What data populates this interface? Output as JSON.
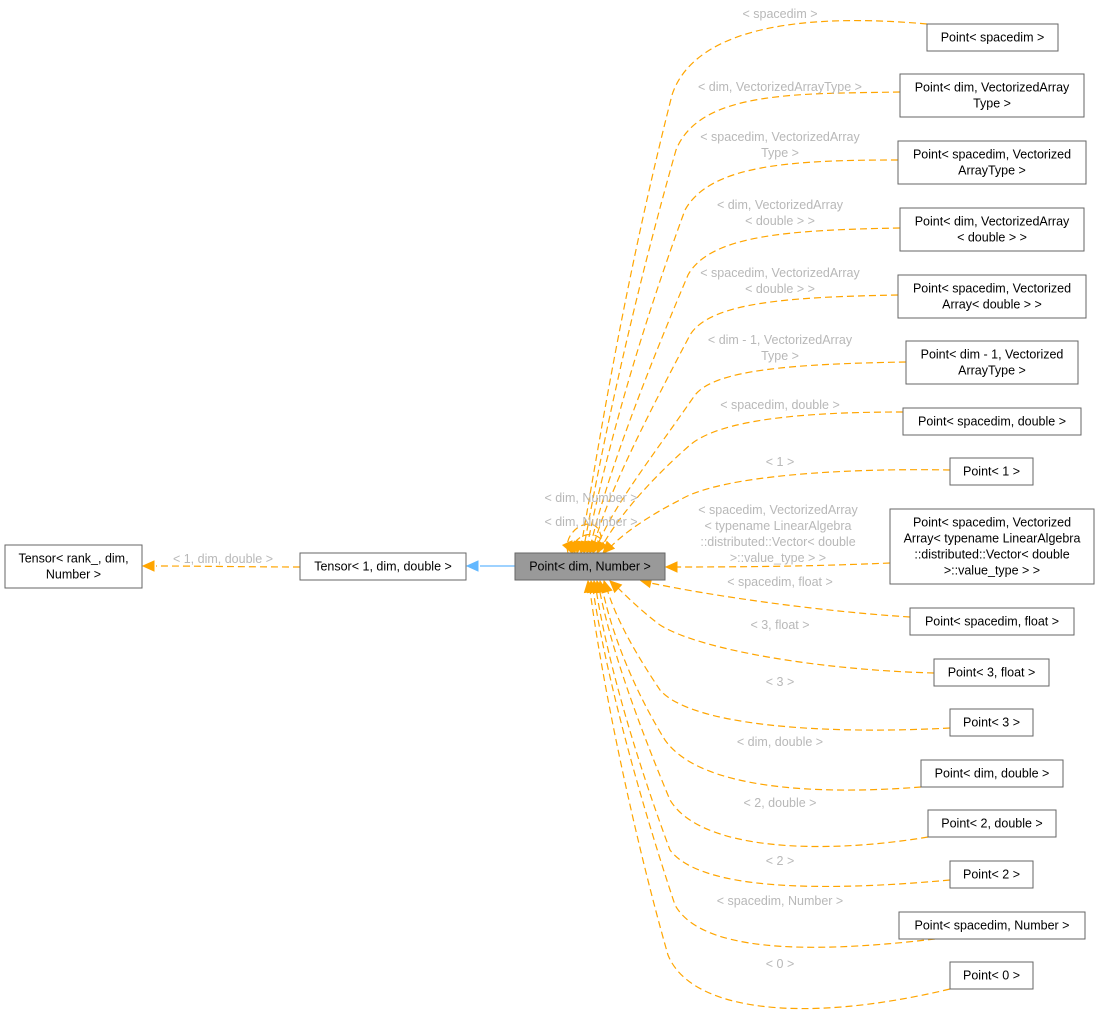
{
  "diagram": {
    "nodes": {
      "tensor_rank": [
        "Tensor< rank_, dim,",
        "Number >"
      ],
      "tensor_1": [
        "Tensor< 1, dim, double >"
      ],
      "point_dim_number": [
        "Point< dim, Number >"
      ],
      "point_spacedim": [
        "Point< spacedim >"
      ],
      "point_dim_vat": [
        "Point< dim, VectorizedArray",
        "Type >"
      ],
      "point_spacedim_vat": [
        "Point< spacedim, Vectorized",
        "ArrayType >"
      ],
      "point_dim_va_double": [
        "Point< dim, VectorizedArray",
        "< double > >"
      ],
      "point_spacedim_va_double": [
        "Point< spacedim, Vectorized",
        "Array< double > >"
      ],
      "point_dim1_vat": [
        "Point< dim - 1, Vectorized",
        "ArrayType >"
      ],
      "point_spacedim_double": [
        "Point< spacedim, double >"
      ],
      "point_1": [
        "Point< 1 >"
      ],
      "point_spacedim_va_la": [
        "Point< spacedim, Vectorized",
        "Array< typename LinearAlgebra",
        "::distributed::Vector< double",
        ">::value_type > >"
      ],
      "point_spacedim_float": [
        "Point< spacedim, float >"
      ],
      "point_3_float": [
        "Point< 3, float >"
      ],
      "point_3": [
        "Point< 3 >"
      ],
      "point_dim_double": [
        "Point< dim, double >"
      ],
      "point_2_double": [
        "Point< 2, double >"
      ],
      "point_2": [
        "Point< 2 >"
      ],
      "point_spacedim_number": [
        "Point< spacedim, Number >"
      ],
      "point_0": [
        "Point< 0 >"
      ]
    },
    "edge_labels": {
      "tensor_rank": [
        "< 1, dim, double >"
      ],
      "point_spacedim": [
        "< spacedim >"
      ],
      "point_dim_vat": [
        "< dim, VectorizedArrayType >"
      ],
      "point_spacedim_vat": [
        "< spacedim, VectorizedArray",
        "Type >"
      ],
      "point_dim_va_double": [
        "< dim, VectorizedArray",
        "< double > >"
      ],
      "point_spacedim_va_double": [
        "< spacedim, VectorizedArray",
        "< double > >"
      ],
      "point_dim1_vat": [
        "< dim - 1, VectorizedArray",
        "Type >"
      ],
      "point_spacedim_double": [
        "< spacedim, double >"
      ],
      "point_1": [
        "< 1 >"
      ],
      "self_loop_top": [
        "< dim, Number >"
      ],
      "self_loop_bottom": [
        "< dim, Number >"
      ],
      "point_spacedim_va_la": [
        "< spacedim, VectorizedArray",
        "< typename LinearAlgebra",
        "::distributed::Vector< double",
        ">::value_type > >"
      ],
      "point_spacedim_float": [
        "< spacedim, float >"
      ],
      "point_3_float": [
        "< 3, float >"
      ],
      "point_3": [
        "< 3 >"
      ],
      "point_dim_double": [
        "< dim, double >"
      ],
      "point_2_double": [
        "< 2, double >"
      ],
      "point_2": [
        "< 2 >"
      ],
      "point_spacedim_number": [
        "< spacedim, Number >"
      ],
      "point_0": [
        "< 0 >"
      ]
    },
    "colors": {
      "template_edge": "#ffa500",
      "inheritance_edge": "#63b8ff",
      "focus_fill": "#999999",
      "box_border": "#666666",
      "label_text": "#b8b8b8"
    }
  }
}
